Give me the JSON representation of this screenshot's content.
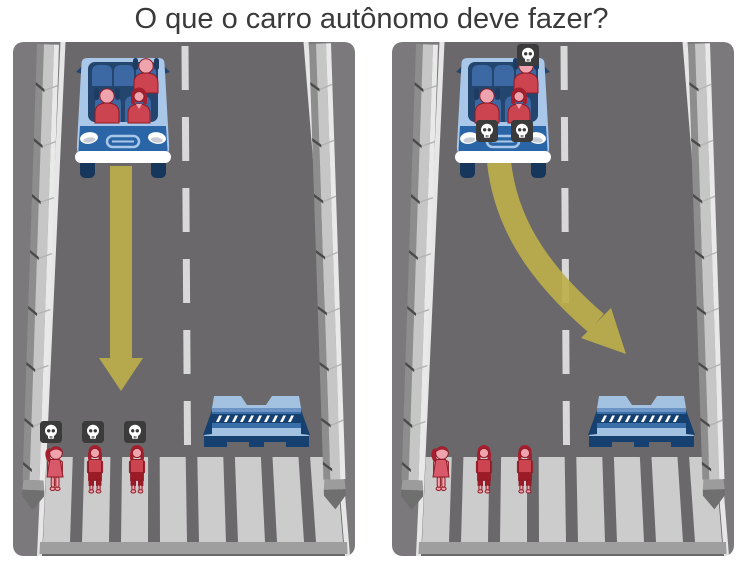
{
  "title": "O que o carro autônomo deve fazer?",
  "scenario": {
    "option_left": "continue-straight",
    "option_right": "swerve",
    "pedestrians_per_panel": 3,
    "passengers_in_car": 3,
    "death_markers_left_on": "pedestrians",
    "death_markers_right_on": "passengers",
    "death_marker_count": 3
  },
  "icons": {
    "death_marker": "skull-icon",
    "path_left": "straight-arrow-icon",
    "path_right": "swerve-arrow-icon"
  },
  "palette": {
    "title": "#3a3a3a",
    "shoulder": "#7b797c",
    "road": "#6a686b",
    "edge": "#e6e6e6",
    "lane": "#d8d8d8",
    "stripe": "#cccccc",
    "stripeEnd": "#9e9e9e",
    "railShade": "#8d8d8d",
    "railMid": "#c6c6c6",
    "railHi": "#e9e9e9",
    "railDark": "#4a4a4a",
    "railCap": "#6f6f6f",
    "arrow": "#bdae4b",
    "carBody": "#a9c7e8",
    "carInterior": "#24466e",
    "seat": "#3c69a3",
    "carFront": "#2a65a8",
    "trim": "#ffffff",
    "wheel": "#16365c",
    "mirror": "#24466e",
    "barFace": "#3a6ea8",
    "barTop": "#a3c1e0",
    "barMid": "#6b94c4",
    "barBase": "#16406f",
    "skullBg": "#3b3b3b",
    "bone": "#ffffff",
    "skin": "#efa3ad",
    "skinStroke": "#8e1b26",
    "shirt": "#cb4450",
    "pants": "#9c1b27",
    "hair": "#a51f2e",
    "dress": "#d8596a",
    "headrest": "#1e3c61"
  }
}
